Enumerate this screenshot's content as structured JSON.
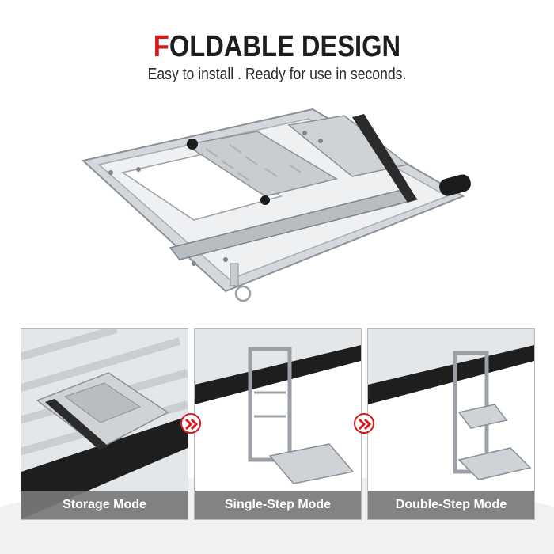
{
  "header": {
    "title_first_letter": "F",
    "title_rest": "OLDABLE DESIGN",
    "subtitle": "Easy to install . Ready for use in seconds."
  },
  "modes": [
    {
      "label": "Storage Mode"
    },
    {
      "label": "Single-Step Mode"
    },
    {
      "label": "Double-Step Mode"
    }
  ],
  "colors": {
    "accent": "#d7191b",
    "label_bg": "#787878",
    "metal": "#c4c8cc"
  },
  "icons": {
    "transition_arrow": "double-chevron-right-icon"
  }
}
